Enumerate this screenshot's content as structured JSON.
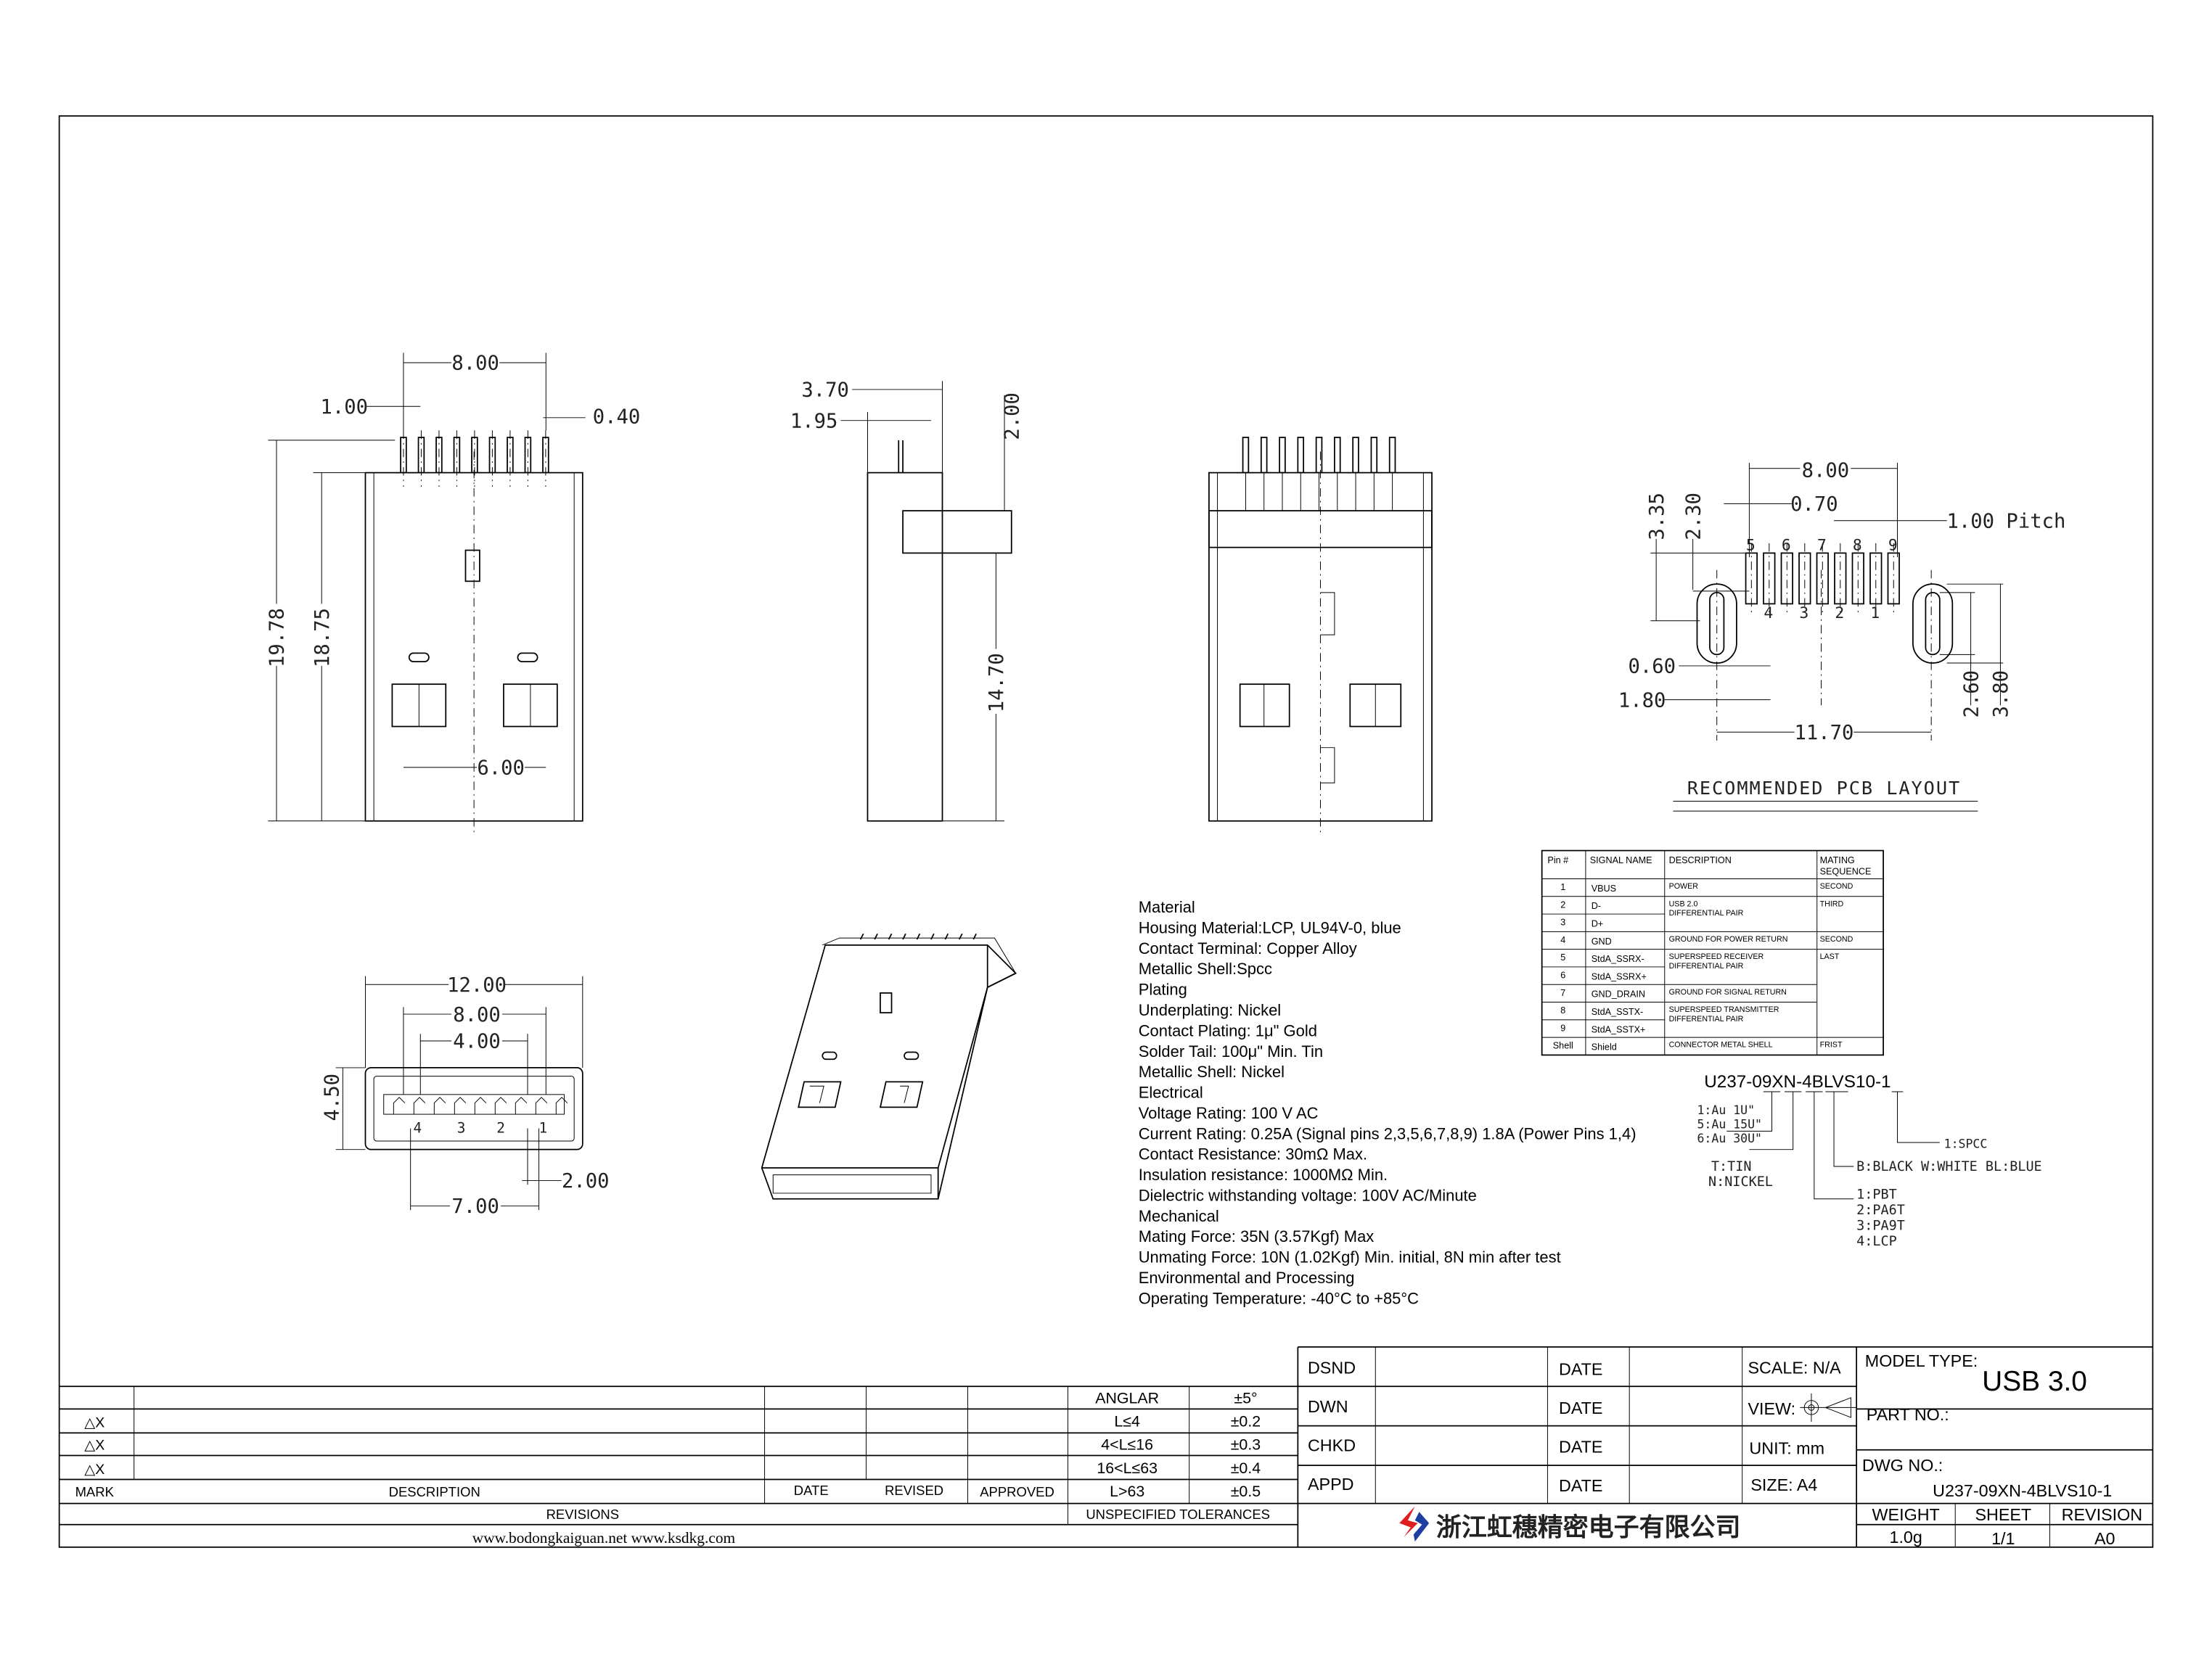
{
  "front_view": {
    "dims": {
      "pin_span": "8.00",
      "pin_pitch": "1.00",
      "pin_width": "0.40",
      "overall_height": "19.78",
      "body_height": "18.75",
      "window_spacing": "6.00"
    }
  },
  "side_view": {
    "dims": {
      "a": "3.70",
      "b": "1.95",
      "c": "2.00",
      "d": "14.70"
    }
  },
  "end_view": {
    "dims": {
      "width": "12.00",
      "pin_span": "8.00",
      "inner": "4.00",
      "height": "4.50",
      "pad": "2.00",
      "bottom": "7.00"
    },
    "pin_numbers": [
      "4",
      "3",
      "2",
      "1"
    ]
  },
  "pcb_layout": {
    "title": "RECOMMENDED PCB LAYOUT",
    "dims": {
      "span": "8.00",
      "pad_width": "0.70",
      "pitch": "1.00 Pitch",
      "d335": "3.35",
      "d230": "2.30",
      "slot": "0.60",
      "hole": "1.80",
      "hole_spacing": "11.70",
      "d260": "2.60",
      "d380": "3.80"
    },
    "top_numbers": [
      "5",
      "6",
      "7",
      "8",
      "9"
    ],
    "bottom_numbers": [
      "4",
      "3",
      "2",
      "1"
    ]
  },
  "specs": [
    "Material",
    "Housing Material:LCP, UL94V-0, blue",
    "Contact Terminal: Copper Alloy",
    "Metallic Shell:Spcc",
    "Plating",
    "Underplating: Nickel",
    "Contact Plating: 1μ\" Gold",
    "Solder Tail: 100μ\" Min. Tin",
    "Metallic Shell: Nickel",
    "Electrical",
    "Voltage Rating: 100 V AC",
    "Current Rating: 0.25A (Signal pins 2,3,5,6,7,8,9) 1.8A (Power Pins 1,4)",
    "Contact Resistance: 30mΩ Max.",
    "Insulation resistance: 1000MΩ Min.",
    "Dielectric withstanding voltage: 100V AC/Minute",
    "Mechanical",
    "Mating Force: 35N (3.57Kgf) Max",
    "Unmating Force: 10N (1.02Kgf) Min. initial, 8N min after test",
    "Environmental and Processing",
    "Operating Temperature: -40°C to +85°C"
  ],
  "pin_table": {
    "headers": [
      "Pin #",
      "SIGNAL NAME",
      "DESCRIPTION",
      "MATING",
      "SEQUENCE"
    ],
    "pins": [
      "1",
      "2",
      "3",
      "4",
      "5",
      "6",
      "7",
      "8",
      "9",
      "Shell"
    ],
    "signals": [
      "VBUS",
      "D-",
      "D+",
      "GND",
      "StdA_SSRX-",
      "StdA_SSRX+",
      "GND_DRAIN",
      "StdA_SSTX-",
      "StdA_SSTX+",
      "Shield"
    ],
    "descriptions": [
      "POWER",
      "USB 2.0",
      "DIFFERENTIAL PAIR",
      "GROUND FOR POWER RETURN",
      "SUPERSPEED RECEIVER",
      "DIFFERENTIAL PAIR",
      "GROUND FOR SIGNAL RETURN",
      "SUPERSPEED TRANSMITTER",
      "DIFFERENTIAL PAIR",
      "CONNECTOR METAL SHELL"
    ],
    "sequence": [
      "SECOND",
      "THIRD",
      "SECOND",
      "LAST",
      "FRIST"
    ]
  },
  "part_code": {
    "number": "U237-09XN-4BLVS10-1",
    "plating": [
      "1:Au 1U\"",
      "5:Au 15U\"",
      "6:Au 30U\""
    ],
    "finish": [
      "T:TIN",
      "N:NICKEL"
    ],
    "material": [
      "1:PBT",
      "2:PA6T",
      "3:PA9T",
      "4:LCP"
    ],
    "color": "B:BLACK  W:WHITE  BL:BLUE",
    "shell": "1:SPCC"
  },
  "revisions": {
    "marks": [
      "△X",
      "△X",
      "△X"
    ],
    "headers": {
      "mark": "MARK",
      "description": "DESCRIPTION",
      "date": "DATE",
      "revised": "REVISED",
      "approved": "APPROVED"
    },
    "footer": "REVISIONS",
    "websites": "www.bodongkaiguan.net     www.ksdkg.com"
  },
  "tolerances": {
    "rows": [
      [
        "ANGLAR",
        "±5°"
      ],
      [
        "L≤4",
        "±0.2"
      ],
      [
        "4<L≤16",
        "±0.3"
      ],
      [
        "16<L≤63",
        "±0.4"
      ],
      [
        "L>63",
        "±0.5"
      ]
    ],
    "footer": "UNSPECIFIED TOLERANCES"
  },
  "title_block": {
    "roles": [
      "DSND",
      "DWN",
      "CHKD",
      "APPD"
    ],
    "date_label": "DATE",
    "scale": "SCALE: N/A",
    "view": "VIEW:",
    "unit": "UNIT: mm",
    "size": "SIZE: A4",
    "company": "浙江虹穗精密电子有限公司",
    "model_type_label": "MODEL TYPE:",
    "model_type": "USB 3.0",
    "part_no_label": "PART NO.:",
    "dwg_no_label": "DWG NO.:",
    "dwg_no": "U237-09XN-4BLVS10-1",
    "weight_label": "WEIGHT",
    "weight": "1.0g",
    "sheet_label": "SHEET",
    "sheet": "1/1",
    "revision_label": "REVISION",
    "revision": "A0",
    "logo_colors": {
      "red": "#e02020",
      "blue": "#1f3fa0"
    }
  }
}
